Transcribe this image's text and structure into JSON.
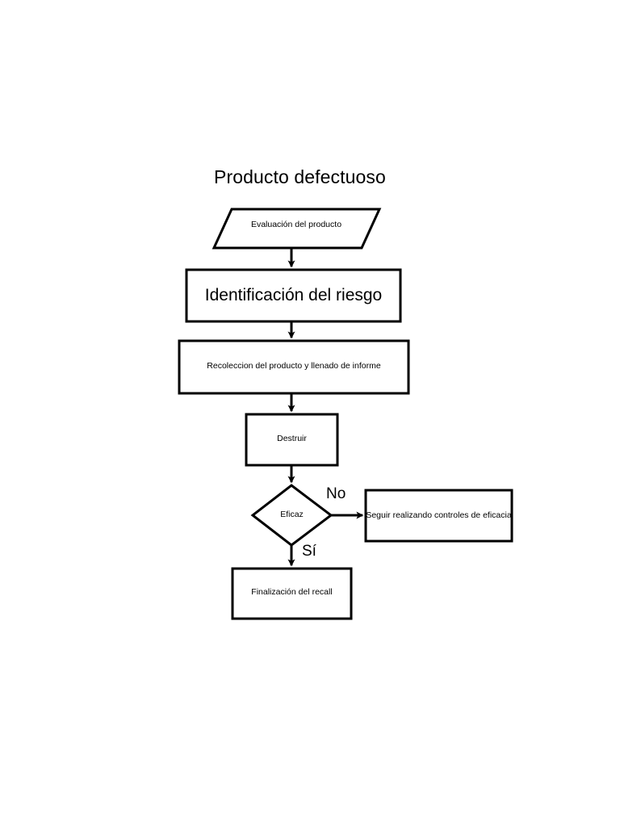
{
  "diagram": {
    "title": "Producto defectuoso",
    "type": "flowchart",
    "background_color": "#ffffff",
    "stroke_color": "#000000",
    "nodes": [
      {
        "id": "evaluacion",
        "shape": "parallelogram",
        "label": "Evaluación del producto"
      },
      {
        "id": "identificacion",
        "shape": "rectangle",
        "label": "Identificación del riesgo"
      },
      {
        "id": "recoleccion",
        "shape": "rectangle",
        "label": "Recoleccion del producto y llenado de informe"
      },
      {
        "id": "destruir",
        "shape": "rectangle",
        "label": "Destruir"
      },
      {
        "id": "eficaz",
        "shape": "diamond",
        "label": "Eficaz"
      },
      {
        "id": "seguir",
        "shape": "rectangle",
        "label": "Seguir realizando controles de eficacia"
      },
      {
        "id": "finalizacion",
        "shape": "rectangle",
        "label": "Finalización del recall"
      }
    ],
    "edges": [
      {
        "from": "evaluacion",
        "to": "identificacion",
        "label": ""
      },
      {
        "from": "identificacion",
        "to": "recoleccion",
        "label": ""
      },
      {
        "from": "recoleccion",
        "to": "destruir",
        "label": ""
      },
      {
        "from": "destruir",
        "to": "eficaz",
        "label": ""
      },
      {
        "from": "eficaz",
        "to": "seguir",
        "label": "No"
      },
      {
        "from": "eficaz",
        "to": "finalizacion",
        "label": "Sí"
      }
    ],
    "edge_labels": {
      "no": "No",
      "si": "Sí"
    }
  }
}
